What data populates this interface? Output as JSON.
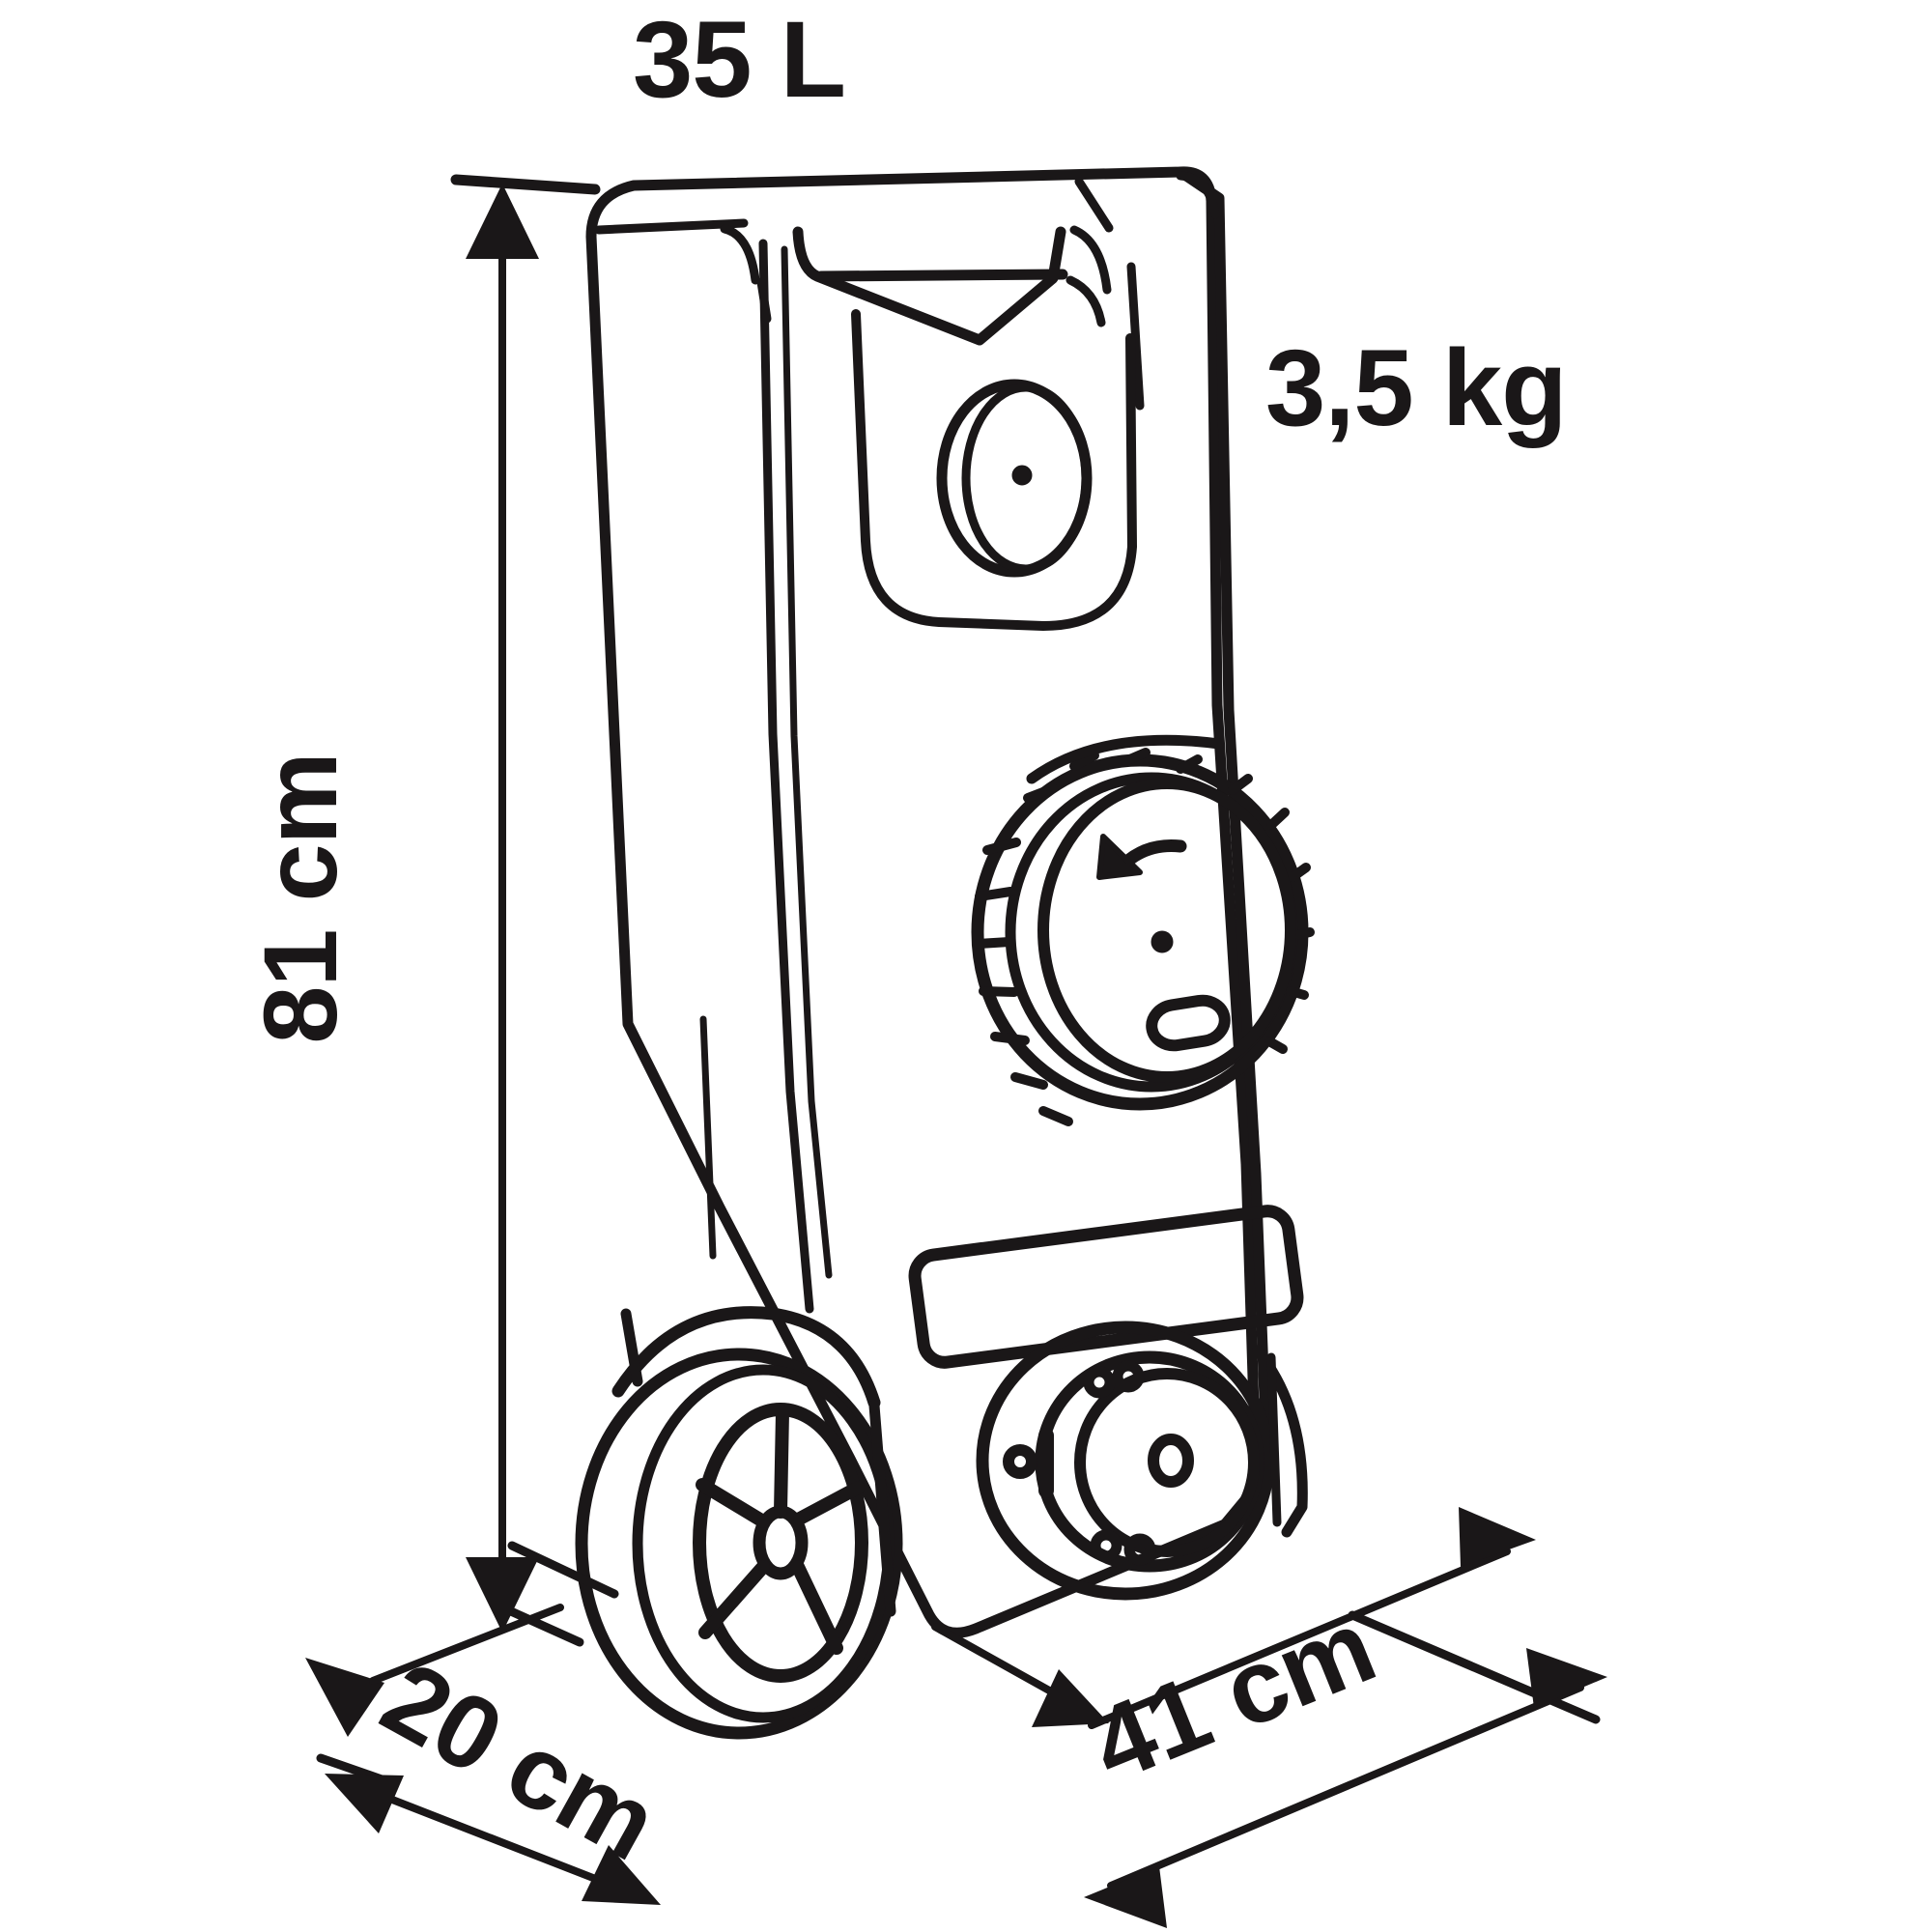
{
  "diagram": {
    "type": "technical-product-dimension-drawing",
    "subject": "wheeled water jerrycan / rolling water container with tap and screw cap",
    "background_color": "#ffffff",
    "line_color": "#1a1718"
  },
  "specs": {
    "capacity": "35 L",
    "weight": "3,5 kg"
  },
  "dimensions": {
    "height": "81 cm",
    "depth": "20 cm",
    "width": "41 cm"
  },
  "labels": {
    "capacity_label": "35 L",
    "weight_label": "3,5 kg",
    "height_label": "81 cm",
    "depth_label": "20 cm",
    "width_label": "41 cm"
  },
  "product_parts": [
    {
      "name": "body",
      "description": "tall rounded rectangular tank shown in slight perspective"
    },
    {
      "name": "carry-handle",
      "description": "recessed top carry handle"
    },
    {
      "name": "vent-cap",
      "description": "small oval vent cap on upper face"
    },
    {
      "name": "screw-cap",
      "description": "large knurled screw cap with rotation arrow and center dot"
    },
    {
      "name": "label-plate",
      "description": "blank rounded rectangular label panel"
    },
    {
      "name": "tap-fitting",
      "description": "circular tap / spout fitting at lower front"
    },
    {
      "name": "wheel",
      "description": "wheel with five-spoke star hub"
    }
  ]
}
